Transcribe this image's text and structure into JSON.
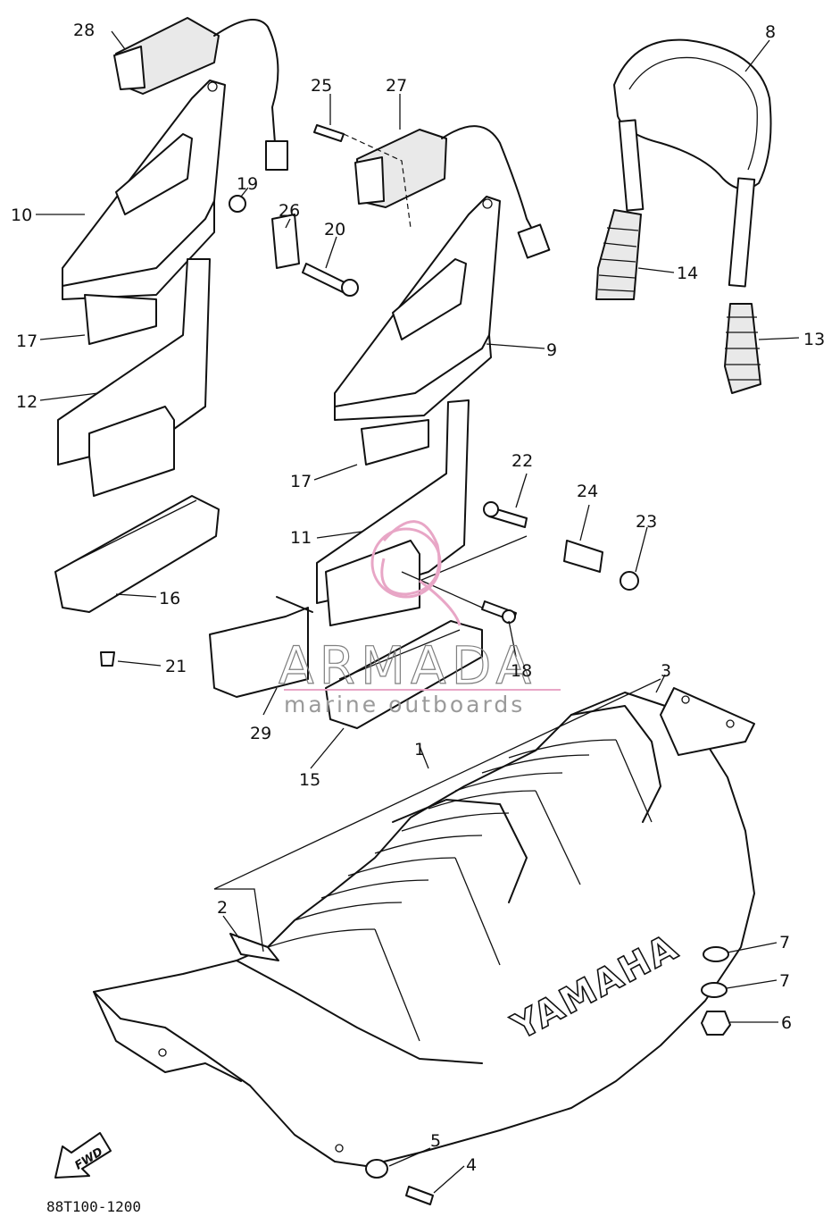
{
  "diagram": {
    "drawing_code": "88T100-1200",
    "fwd_label": "FWD",
    "brand_mark": "YAMAHA",
    "callouts": [
      "28",
      "8",
      "25",
      "27",
      "10",
      "19",
      "26",
      "20",
      "14",
      "17",
      "9",
      "13",
      "12",
      "17",
      "22",
      "24",
      "23",
      "11",
      "16",
      "21",
      "18",
      "3",
      "29",
      "15",
      "1",
      "2",
      "7",
      "7",
      "6",
      "5",
      "4"
    ]
  },
  "watermark": {
    "title": "ARMADA",
    "subtitle": "marine outboards",
    "accent_color": "#e8a6c6"
  }
}
